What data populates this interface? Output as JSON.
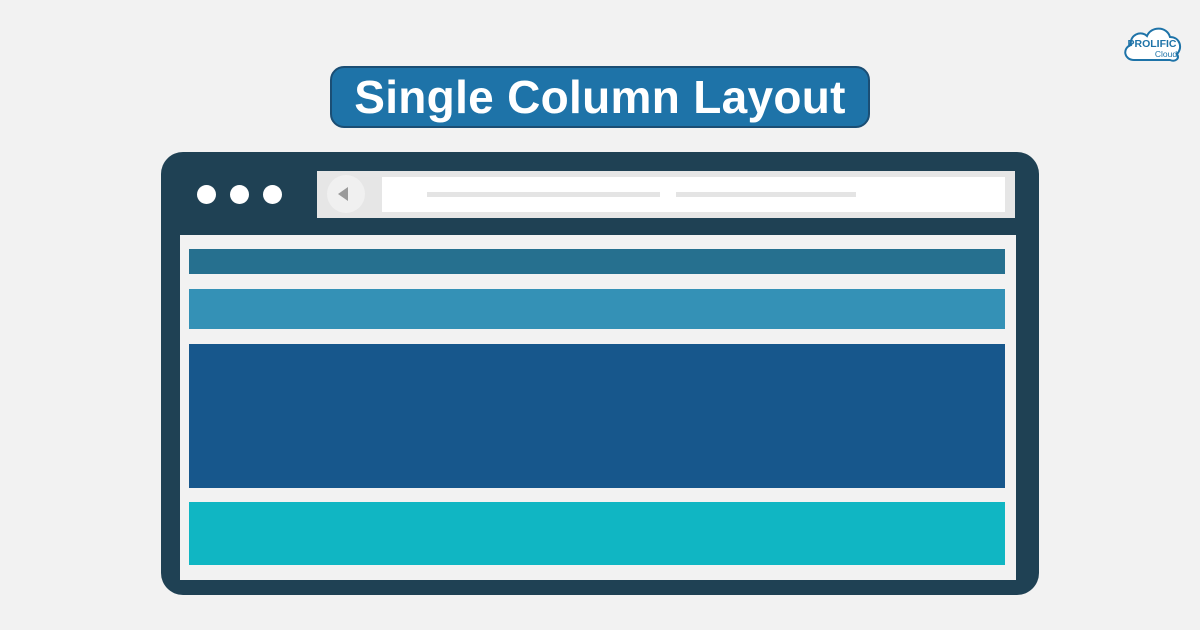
{
  "title": "Single Column Layout",
  "logo": {
    "brand_line1": "PROLIFIC",
    "brand_line2": "Cloud",
    "icon": "cloud-icon"
  },
  "browser": {
    "window_controls": [
      "dot",
      "dot",
      "dot"
    ],
    "back_icon": "triangle-left-icon"
  },
  "colors": {
    "background": "#f2f2f2",
    "title_fill": "#1e73a8",
    "browser_frame": "#1f4154",
    "header_block": "#26708f",
    "nav_block": "#3491b6",
    "content_block": "#17578c",
    "footer_block": "#10b6c3"
  }
}
